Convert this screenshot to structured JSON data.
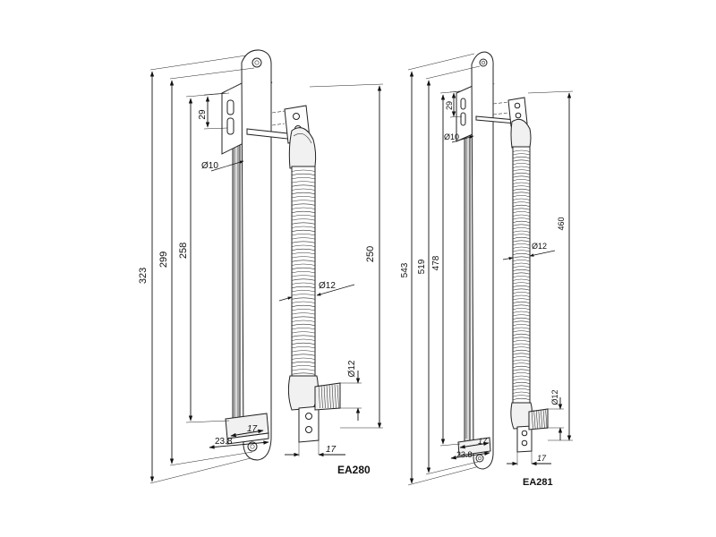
{
  "ea280": {
    "model": "EA280",
    "dims": {
      "overall": "323",
      "outer": "299",
      "inner": "258",
      "slot": "29",
      "dia_hole": "Ø10",
      "hose_length": "250",
      "hose_dia": "Ø12",
      "fitting_dia": "Ø12",
      "width": "23.8",
      "bottom_depth": "17",
      "fitting_width": "17"
    }
  },
  "ea281": {
    "model": "EA281",
    "dims": {
      "overall": "543",
      "outer": "519",
      "inner": "478",
      "slot": "29",
      "dia_hole": "Ø10",
      "hose_length": "460",
      "hose_dia": "Ø12",
      "fitting_dia": "Ø12",
      "width": "23.8",
      "bottom_depth": "17",
      "fitting_width": "17"
    }
  },
  "colors": {
    "line": "#111111",
    "panel_shade": "#d9d9d9"
  }
}
